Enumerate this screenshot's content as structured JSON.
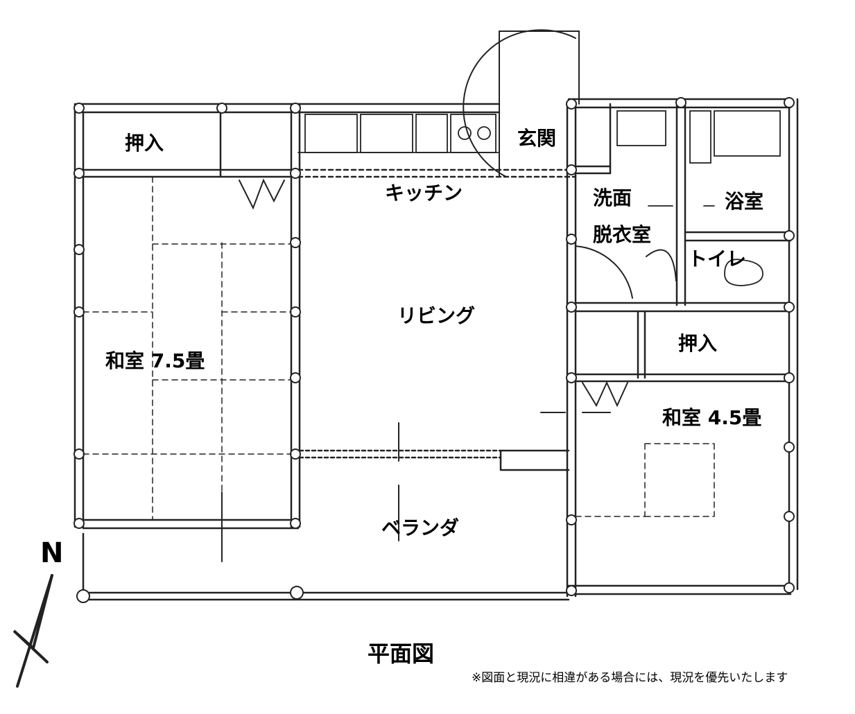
{
  "rooms": {
    "oshiire_1": "押入",
    "genkan": "玄関",
    "kitchen": "キッチン",
    "senmen": "洗面",
    "datsuishitsu": "脱衣室",
    "yokushitsu": "浴室",
    "toilet": "トイレ",
    "living": "リビング",
    "oshiire_2": "押入",
    "washitsu_75": "和室 7.5畳",
    "washitsu_45": "和室 4.5畳",
    "veranda": "ベランダ"
  },
  "title": "平面図",
  "note": "※図面と現況に相違がある場合には、現況を優先いたします",
  "compass": {
    "label": "N"
  },
  "colors": {
    "line": "#222222",
    "background": "#ffffff"
  }
}
